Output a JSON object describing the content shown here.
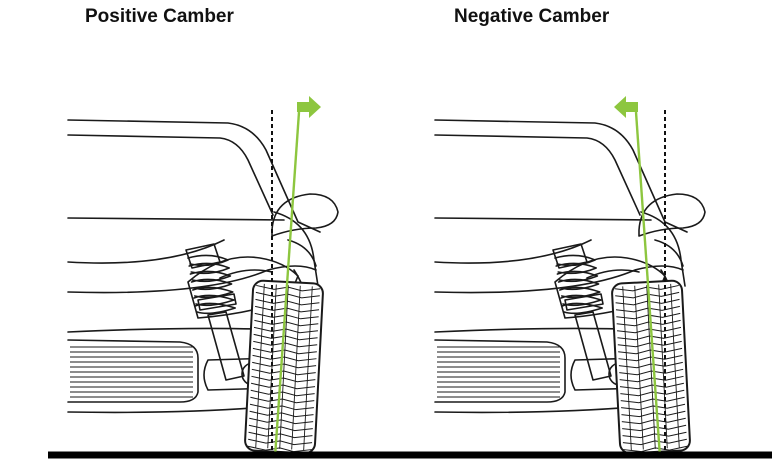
{
  "panels": [
    {
      "title": "Positive Camber",
      "tilt": "outward",
      "arrow_direction": "right"
    },
    {
      "title": "Negative Camber",
      "tilt": "inward",
      "arrow_direction": "left"
    }
  ],
  "colors": {
    "camber_line": "#8dc63f",
    "vertical_reference": "#111111",
    "outline": "#1a1a1a",
    "ground": "#000000",
    "background": "#ffffff"
  }
}
